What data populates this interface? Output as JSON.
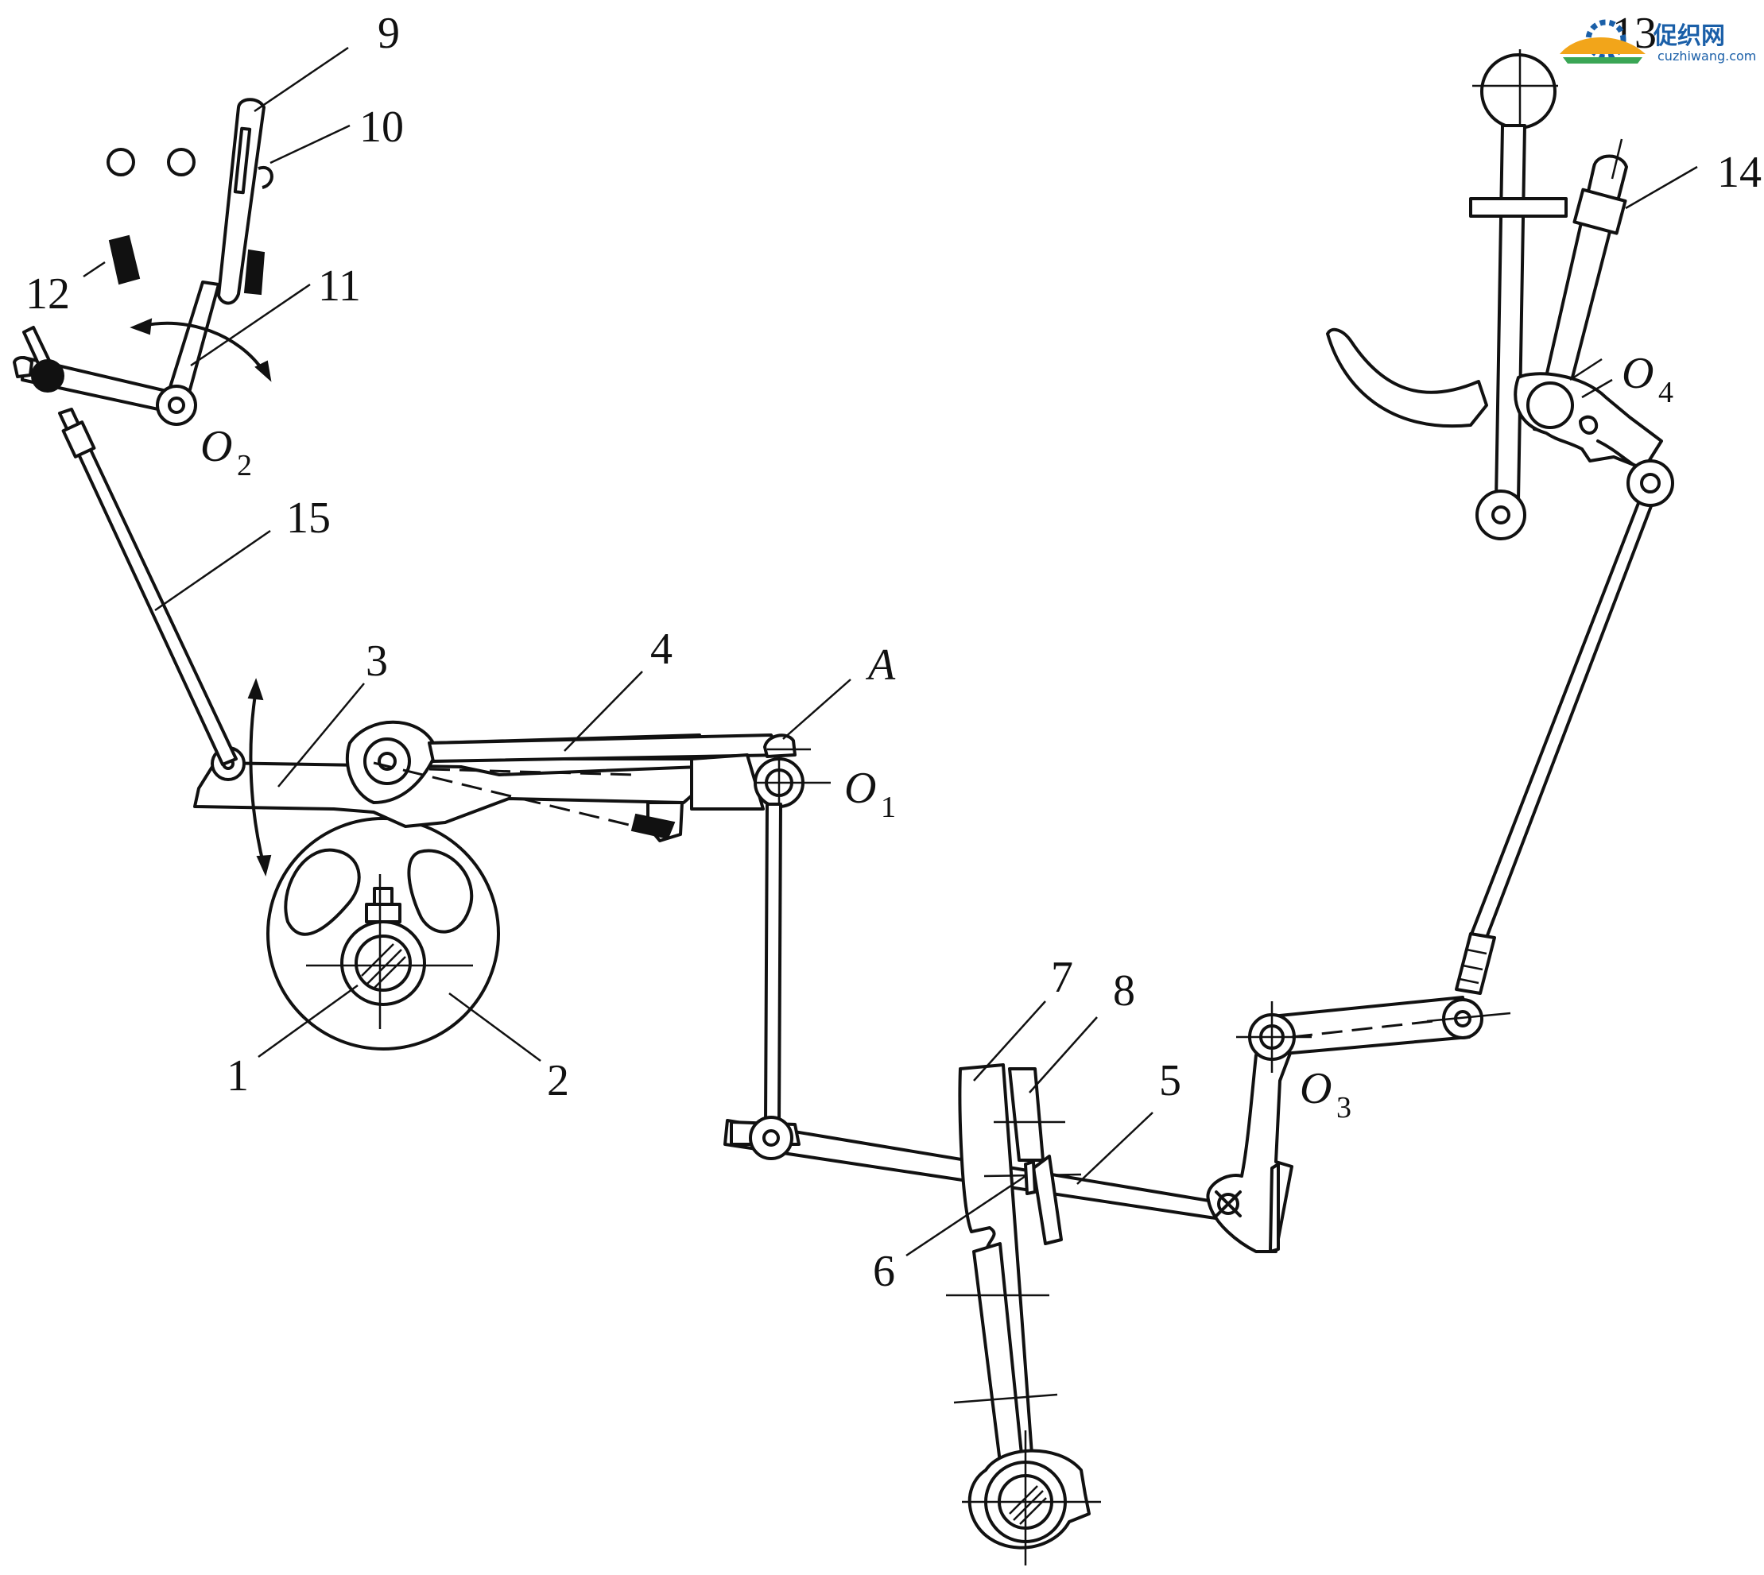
{
  "diagram": {
    "part_labels": [
      "1",
      "2",
      "3",
      "4",
      "5",
      "6",
      "7",
      "8",
      "9",
      "10",
      "11",
      "12",
      "13",
      "14",
      "15"
    ],
    "point_labels": {
      "A": "A",
      "O1": {
        "base": "O",
        "sub": "1"
      },
      "O2": {
        "base": "O",
        "sub": "2"
      },
      "O3": {
        "base": "O",
        "sub": "3"
      },
      "O4": {
        "base": "O",
        "sub": "4"
      }
    }
  },
  "watermark": {
    "name": "促织网",
    "url": "cuzhiwang.com",
    "colors": {
      "primary": "#1a5fa8",
      "secondary": "#f2a51a",
      "tertiary": "#3aa655"
    }
  }
}
